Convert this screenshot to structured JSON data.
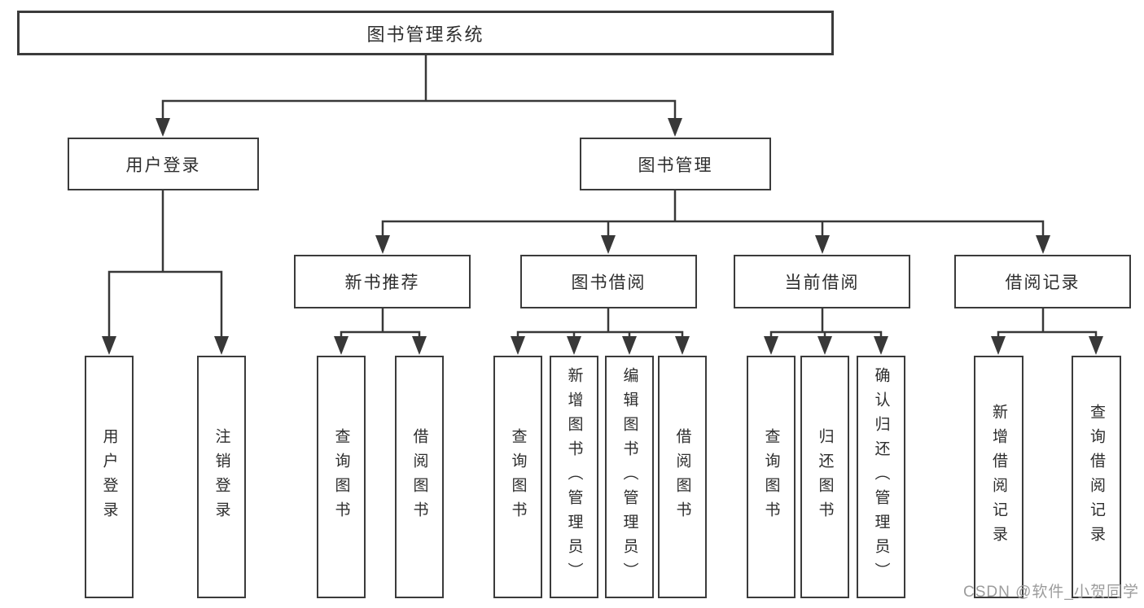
{
  "diagram": {
    "root": "图书管理系统",
    "level1": {
      "user_login": {
        "label": "用户登录",
        "children": [
          "用户登录",
          "注销登录"
        ]
      },
      "book_mgmt": {
        "label": "图书管理",
        "sections": [
          {
            "label": "新书推荐",
            "children": [
              "查询图书",
              "借阅图书"
            ]
          },
          {
            "label": "图书借阅",
            "children": [
              "查询图书",
              "新增图书（管理员）",
              "编辑图书（管理员）",
              "借阅图书"
            ]
          },
          {
            "label": "当前借阅",
            "children": [
              "查询图书",
              "归还图书",
              "确认归还（管理员）"
            ]
          },
          {
            "label": "借阅记录",
            "children": [
              "新增借阅记录",
              "查询借阅记录"
            ]
          }
        ]
      }
    },
    "colors": {
      "line": "#383838",
      "border": "#3b3b3b",
      "text": "#2d2d2d",
      "watermark_gray": "#9c9c9c"
    }
  },
  "watermark": "CSDN @软件_小贺同学"
}
